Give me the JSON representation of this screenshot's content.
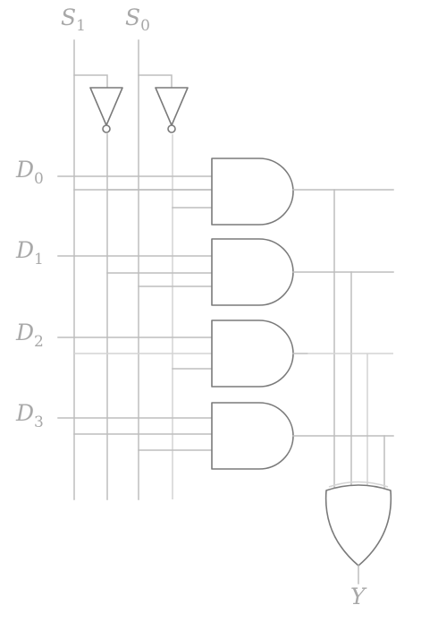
{
  "title": "",
  "selects": [
    {
      "letter": "S",
      "index": "1"
    },
    {
      "letter": "S",
      "index": "0"
    }
  ],
  "data_inputs": [
    {
      "letter": "D",
      "index": "0"
    },
    {
      "letter": "D",
      "index": "1"
    },
    {
      "letter": "D",
      "index": "2"
    },
    {
      "letter": "D",
      "index": "3"
    }
  ],
  "output": {
    "letter": "Y"
  },
  "gates": {
    "inverters": [
      "inverter-s1",
      "inverter-s0"
    ],
    "and_gates": [
      "and-gate-0",
      "and-gate-1",
      "and-gate-2",
      "and-gate-3"
    ],
    "or_gate": "or-gate"
  },
  "colors": {
    "wire": "#bdbdbd",
    "gate": "#7a7a7a",
    "label": "#a8a8a8"
  }
}
